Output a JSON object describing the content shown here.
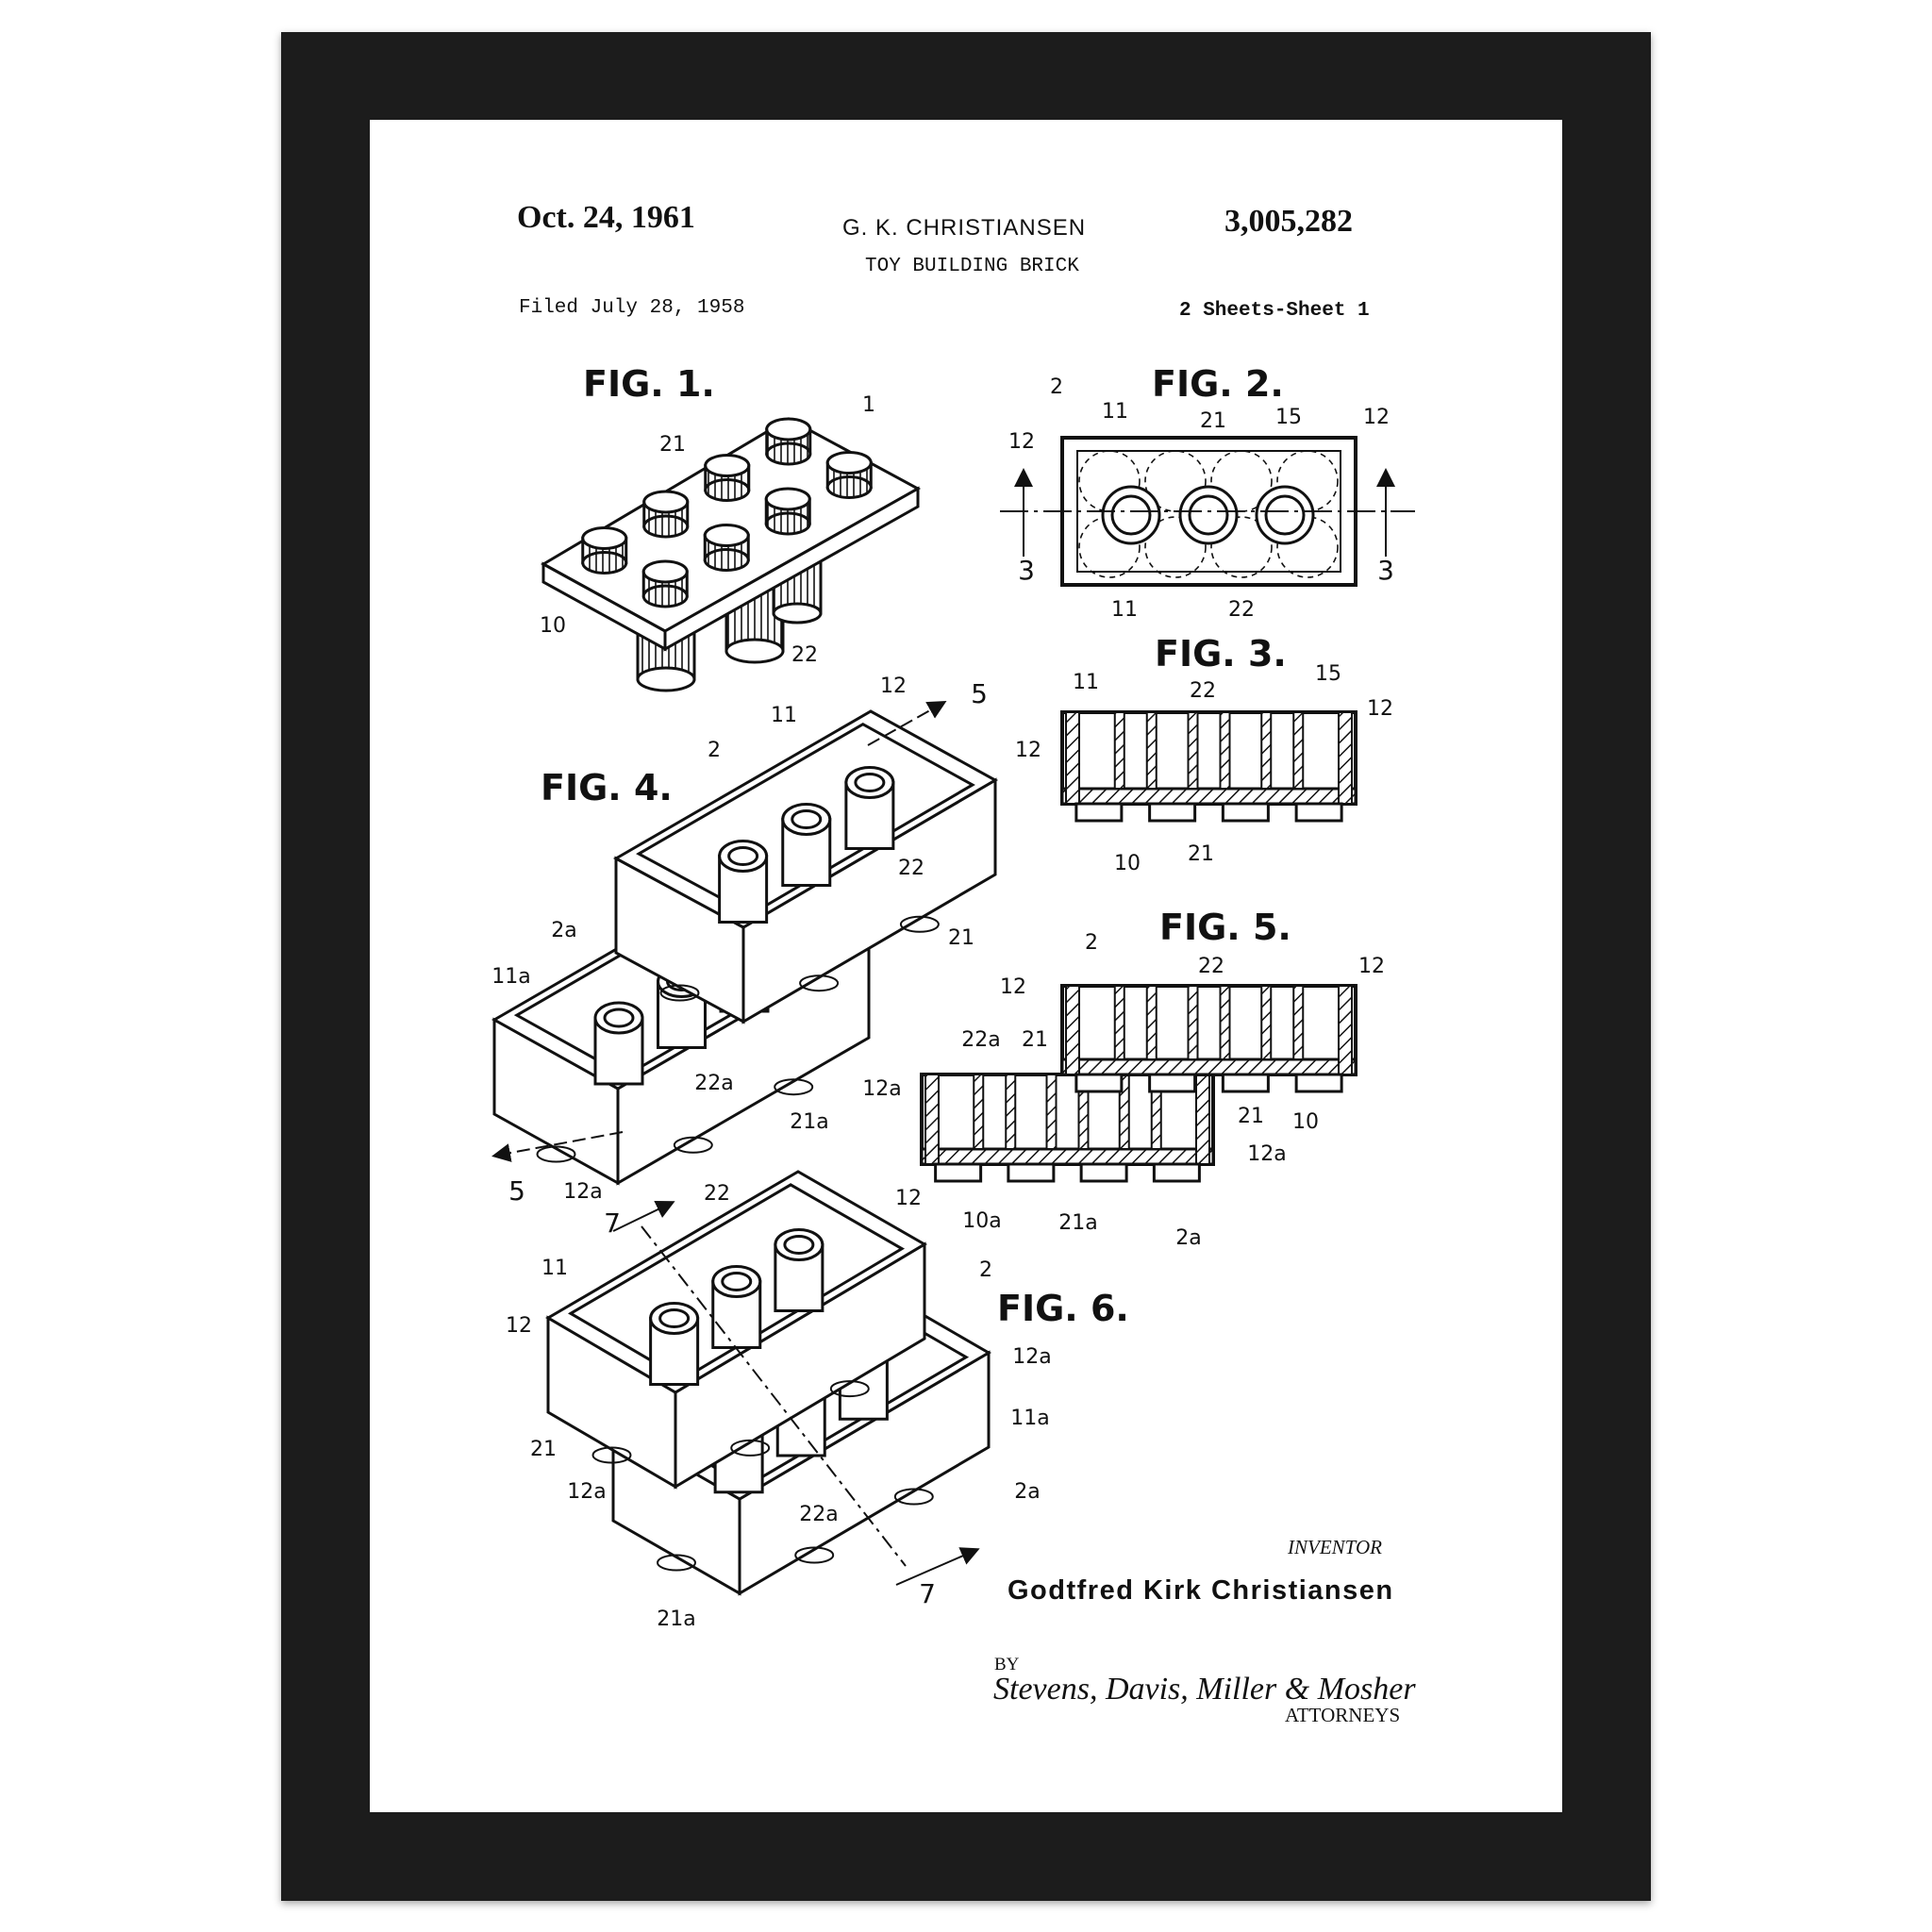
{
  "header": {
    "date": "Oct. 24, 1961",
    "inventor_short": "G. K. CHRISTIANSEN",
    "patent_number": "3,005,282",
    "title": "TOY BUILDING BRICK",
    "filed": "Filed July 28, 1958",
    "sheets": "2 Sheets-Sheet 1"
  },
  "figures": [
    "FIG. 1.",
    "FIG. 2.",
    "FIG. 3.",
    "FIG. 4.",
    "FIG. 5.",
    "FIG. 6."
  ],
  "reference_numerals": {
    "fig1": [
      "1",
      "21",
      "10",
      "22"
    ],
    "fig2": [
      "2",
      "11",
      "21",
      "15",
      "12",
      "12",
      "3",
      "3",
      "11",
      "22"
    ],
    "fig3": [
      "11",
      "22",
      "15",
      "12",
      "12",
      "10",
      "21"
    ],
    "fig4": [
      "12",
      "5",
      "11",
      "2",
      "22",
      "21",
      "2a",
      "11a",
      "22a",
      "21a",
      "5",
      "12a"
    ],
    "fig5": [
      "2",
      "22",
      "12",
      "12",
      "22a",
      "21",
      "12a",
      "21",
      "10",
      "12a",
      "10a",
      "21a",
      "2a"
    ],
    "fig6": [
      "22",
      "12",
      "7",
      "11",
      "2",
      "12",
      "12a",
      "11a",
      "21",
      "12a",
      "22a",
      "2a",
      "7",
      "21a"
    ]
  },
  "footer": {
    "inventor_label": "INVENTOR",
    "inventor_name": "Godtfred Kirk Christiansen",
    "by_label": "BY",
    "signature": "Stevens, Davis, Miller & Mosher",
    "attorneys_label": "ATTORNEYS"
  },
  "colors": {
    "frame": "#1c1c1c",
    "mat": "#ffffff",
    "ink": "#111111"
  }
}
